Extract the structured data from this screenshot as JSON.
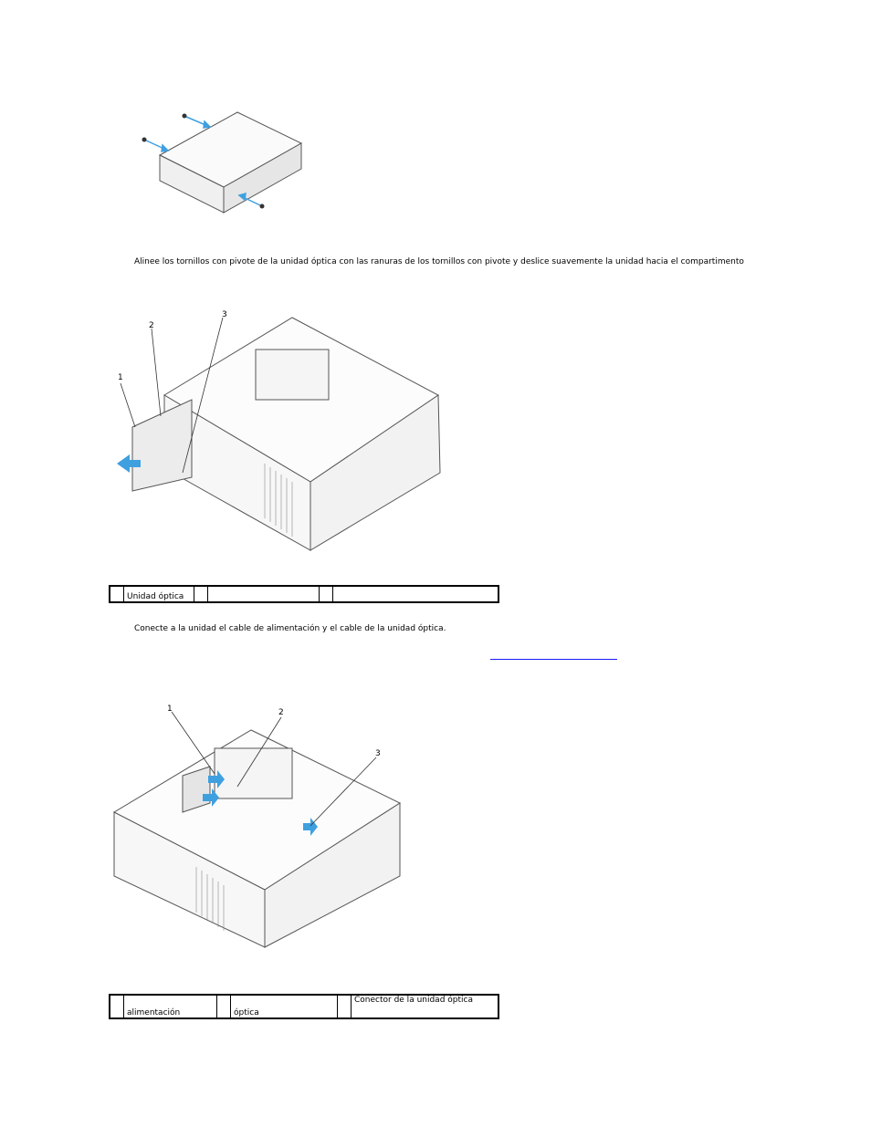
{
  "steps": {
    "step_align": "Alinee los tornillos con pivote de la unidad óptica con las ranuras de los tornillos con pivote y deslice suavemente la unidad hacia el compartimento",
    "step_connect": "Conecte a la unidad el cable de alimentación y el cable de la unidad óptica."
  },
  "figure2": {
    "callouts": [
      "1",
      "2",
      "3"
    ]
  },
  "figure3": {
    "callouts": [
      "1",
      "2",
      "3"
    ]
  },
  "legend1": {
    "cells": [
      "",
      "Unidad óptica",
      "",
      "",
      "",
      ""
    ]
  },
  "legend2": {
    "cells": [
      "",
      "alimentación",
      "",
      "óptica",
      "",
      "Conector de la unidad óptica"
    ]
  },
  "colors": {
    "arrow": "#3fa0e0",
    "line": "#555555",
    "link": "#1a1aff"
  }
}
